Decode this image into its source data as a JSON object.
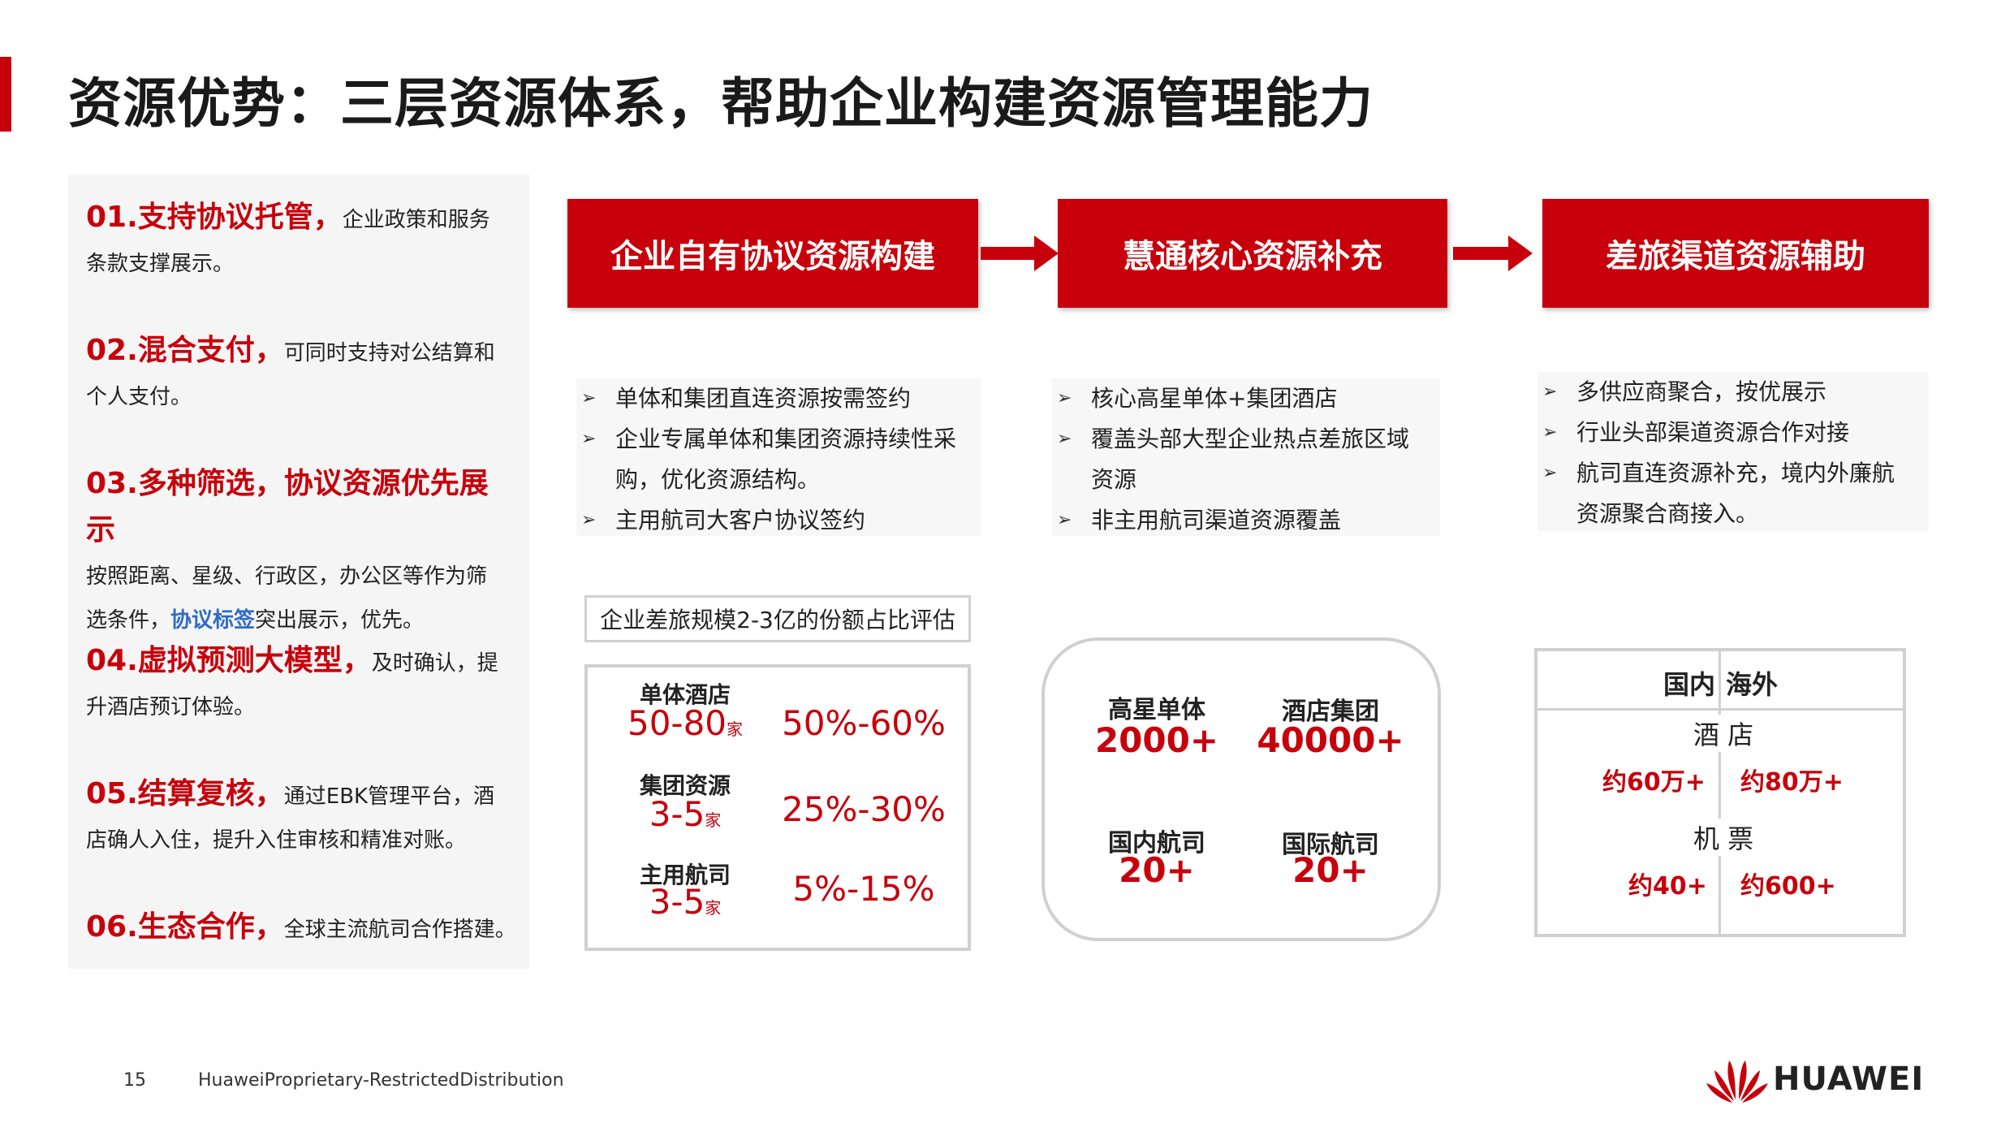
{
  "title": "资源优势：三层资源体系，帮助企业构建资源管理能力",
  "features": [
    {
      "heading": "01.支持协议托管，",
      "line1": "企业政策和服务",
      "line2": "条款支撑展示。"
    },
    {
      "heading": "02.混合支付，",
      "line1": "可同时支持对公结算和",
      "line2": "个人支付。"
    },
    {
      "heading": "03.多种筛选，协议资源优先展示",
      "line1": "按照距离、星级、行政区，办公区等作为筛",
      "line2_a": "选条件，",
      "line2_highlight": "协议标签",
      "line2_b": "突出展示，优先。"
    },
    {
      "heading": "04.虚拟预测大模型，",
      "line1": "及时确认，提",
      "line2": "升酒店预订体验。"
    },
    {
      "heading": "05.结算复核，",
      "line1": "通过EBK管理平台，酒",
      "line2": "店确人入住，提升入住审核和精准对账。"
    },
    {
      "heading": "06.生态合作，",
      "line1": "全球主流航司合作搭建。"
    }
  ],
  "columns": [
    {
      "header": "企业自有协议资源构建",
      "bullets": [
        "单体和集团直连资源按需签约",
        "企业专属单体和集团资源持续性采",
        "购，优化资源结构。",
        "主用航司大客户协议签约"
      ]
    },
    {
      "header": "慧通核心资源补充",
      "bullets": [
        "核心高星单体+集团酒店",
        "覆盖头部大型企业热点差旅区域",
        "资源",
        "非主用航司渠道资源覆盖"
      ]
    },
    {
      "header": "差旅渠道资源辅助",
      "bullets": [
        "多供应商聚合，按优展示",
        "行业头部渠道资源合作对接",
        "航司直连资源补充，境内外廉航",
        "资源聚合商接入。"
      ]
    }
  ],
  "bullet_marker": "➢",
  "share_box": {
    "label": "企业差旅规模2-3亿的份额占比评估",
    "rows": [
      {
        "name": "单体酒店",
        "count": "50-80",
        "unit": "家",
        "share": "50%-60%"
      },
      {
        "name": "集团资源",
        "count": "3-5",
        "unit": "家",
        "share": "25%-30%"
      },
      {
        "name": "主用航司",
        "count": "3-5",
        "unit": "家",
        "share": "5%-15%"
      }
    ]
  },
  "core_box": {
    "items": [
      {
        "name": "高星单体",
        "value": "2000+"
      },
      {
        "name": "酒店集团",
        "value": "40000+"
      },
      {
        "name": "国内航司",
        "value": "20+"
      },
      {
        "name": "国际航司",
        "value": "20+"
      }
    ]
  },
  "channel_box": {
    "head_domestic": "国内",
    "head_overseas": "海外",
    "hotel_label": "酒 店",
    "hotel_domestic": "约60万+",
    "hotel_overseas": "约80万+",
    "flight_label": "机 票",
    "flight_domestic": "约40+",
    "flight_overseas": "约600+"
  },
  "footer": {
    "page_number": "15",
    "text": "HuaweiProprietary-RestrictedDistribution",
    "logo_text": "HUAWEI"
  },
  "colors": {
    "accent": "#c7000b",
    "highlight": "#2e6bc6",
    "border": "#d0d0d0"
  }
}
